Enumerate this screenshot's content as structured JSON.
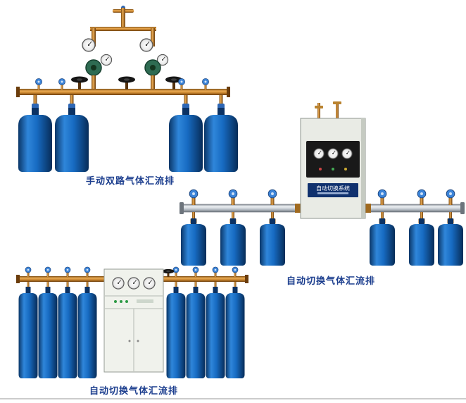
{
  "page": {
    "background": "#ffffff",
    "bottom_border_color": "#cccccc"
  },
  "products": [
    {
      "id": "manual-dual-manifold",
      "caption": "手动双路气体汇流排"
    },
    {
      "id": "auto-switch-manifold-wall-cabinet",
      "caption": "自动切换气体汇流排",
      "cabinet_label": "自动切换系统"
    },
    {
      "id": "auto-switch-manifold-floor-cabinet",
      "caption": "自动切换气体汇流排"
    }
  ],
  "colors": {
    "caption_text": "#1c3e8e",
    "cylinder_blue": "#176bc2",
    "brass": "#c8842e",
    "silver_pipe": "#c2c9d0",
    "cabinet_body": "#e9ebe5",
    "regulator_green": "#2e6b52"
  }
}
